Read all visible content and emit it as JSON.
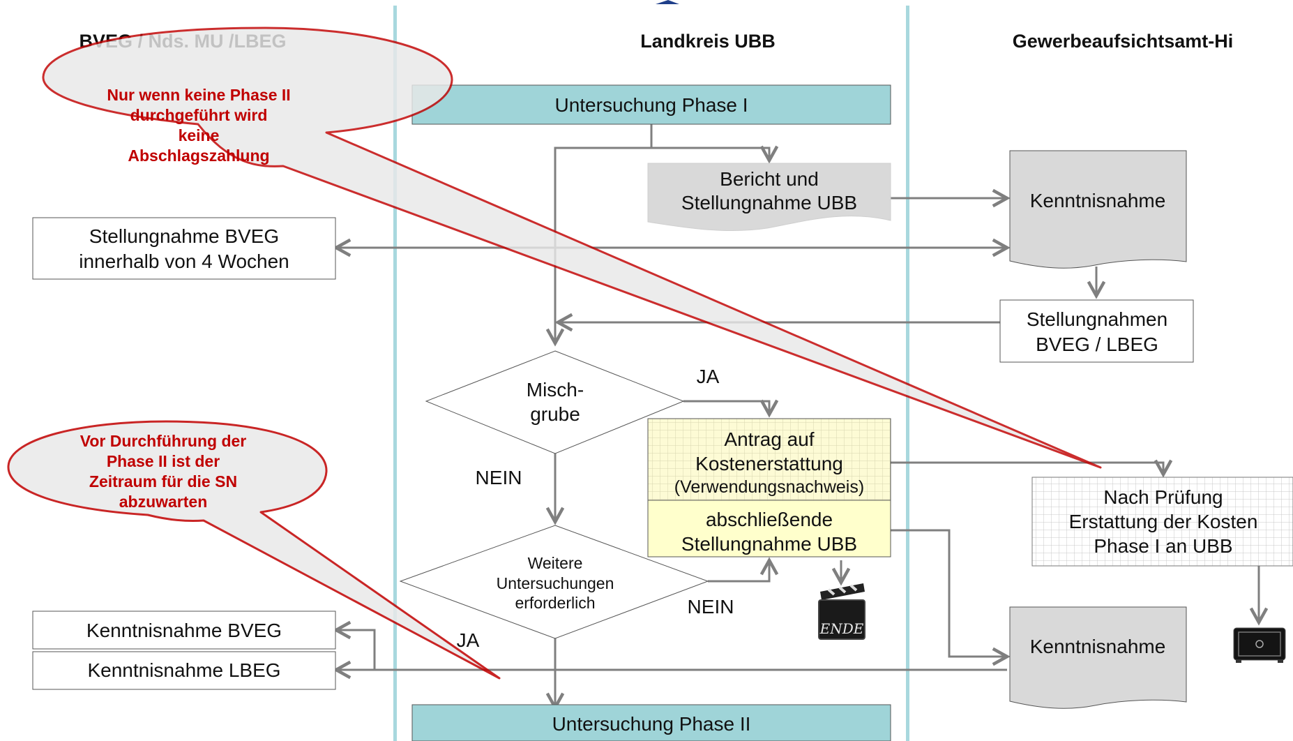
{
  "lanes": {
    "left": "BVEG / Nds. MU /LBEG",
    "middle": "Landkreis UBB",
    "right": "Gewerbeaufsichtsamt-Hi"
  },
  "colors": {
    "lane_divider": "#a8d8de",
    "teal_box": "#9fd4d8",
    "gray_doc": "#d9d9d9",
    "grid_yellow": "#fdfbd5",
    "solid_yellow": "#ffffcc",
    "callout_fill": "#e8e8e8",
    "callout_stroke": "#c00000",
    "connector": "#7f7f7f"
  },
  "nodes": {
    "phase1": "Untersuchung Phase I",
    "bericht": [
      "Bericht und",
      "Stellungnahme UBB"
    ],
    "kenntnis_top": "Kenntnisnahme",
    "stellung_bveg": [
      "Stellungnahme BVEG",
      "innerhalb von 4 Wochen"
    ],
    "stellungnahmen": [
      "Stellungnahmen",
      "BVEG / LBEG"
    ],
    "mischgrube": [
      "Misch-",
      "grube"
    ],
    "antrag": [
      "Antrag auf",
      "Kostenerstattung"
    ],
    "antrag_sub": "(Verwendungsnachweis)",
    "abschliessende": [
      "abschließende",
      "Stellungnahme UBB"
    ],
    "pruefung": [
      "Nach Prüfung",
      "Erstattung der Kosten",
      "Phase I an UBB"
    ],
    "weitere": [
      "Weitere",
      "Untersuchungen",
      "erforderlich"
    ],
    "kenntnis_bveg": "Kenntnisnahme BVEG",
    "kenntnis_lbeg": "Kenntnisnahme LBEG",
    "kenntnis_bottom": "Kenntnisnahme",
    "phase2": "Untersuchung Phase II"
  },
  "labels": {
    "ja_1": "JA",
    "nein_1": "NEIN",
    "nein_2": "NEIN",
    "ja_2": "JA",
    "ende": "ENDE"
  },
  "callouts": {
    "top": [
      "Nur wenn keine Phase II",
      "durchgeführt wird",
      "keine",
      "Abschlagszahlung"
    ],
    "bottom": [
      "Vor Durchführung der",
      "Phase II ist der",
      "Zeitraum für die SN",
      "abzuwarten"
    ]
  },
  "icons": {
    "ende": "clapperboard-icon",
    "safe": "safe-icon",
    "logo": "logo-icon"
  }
}
